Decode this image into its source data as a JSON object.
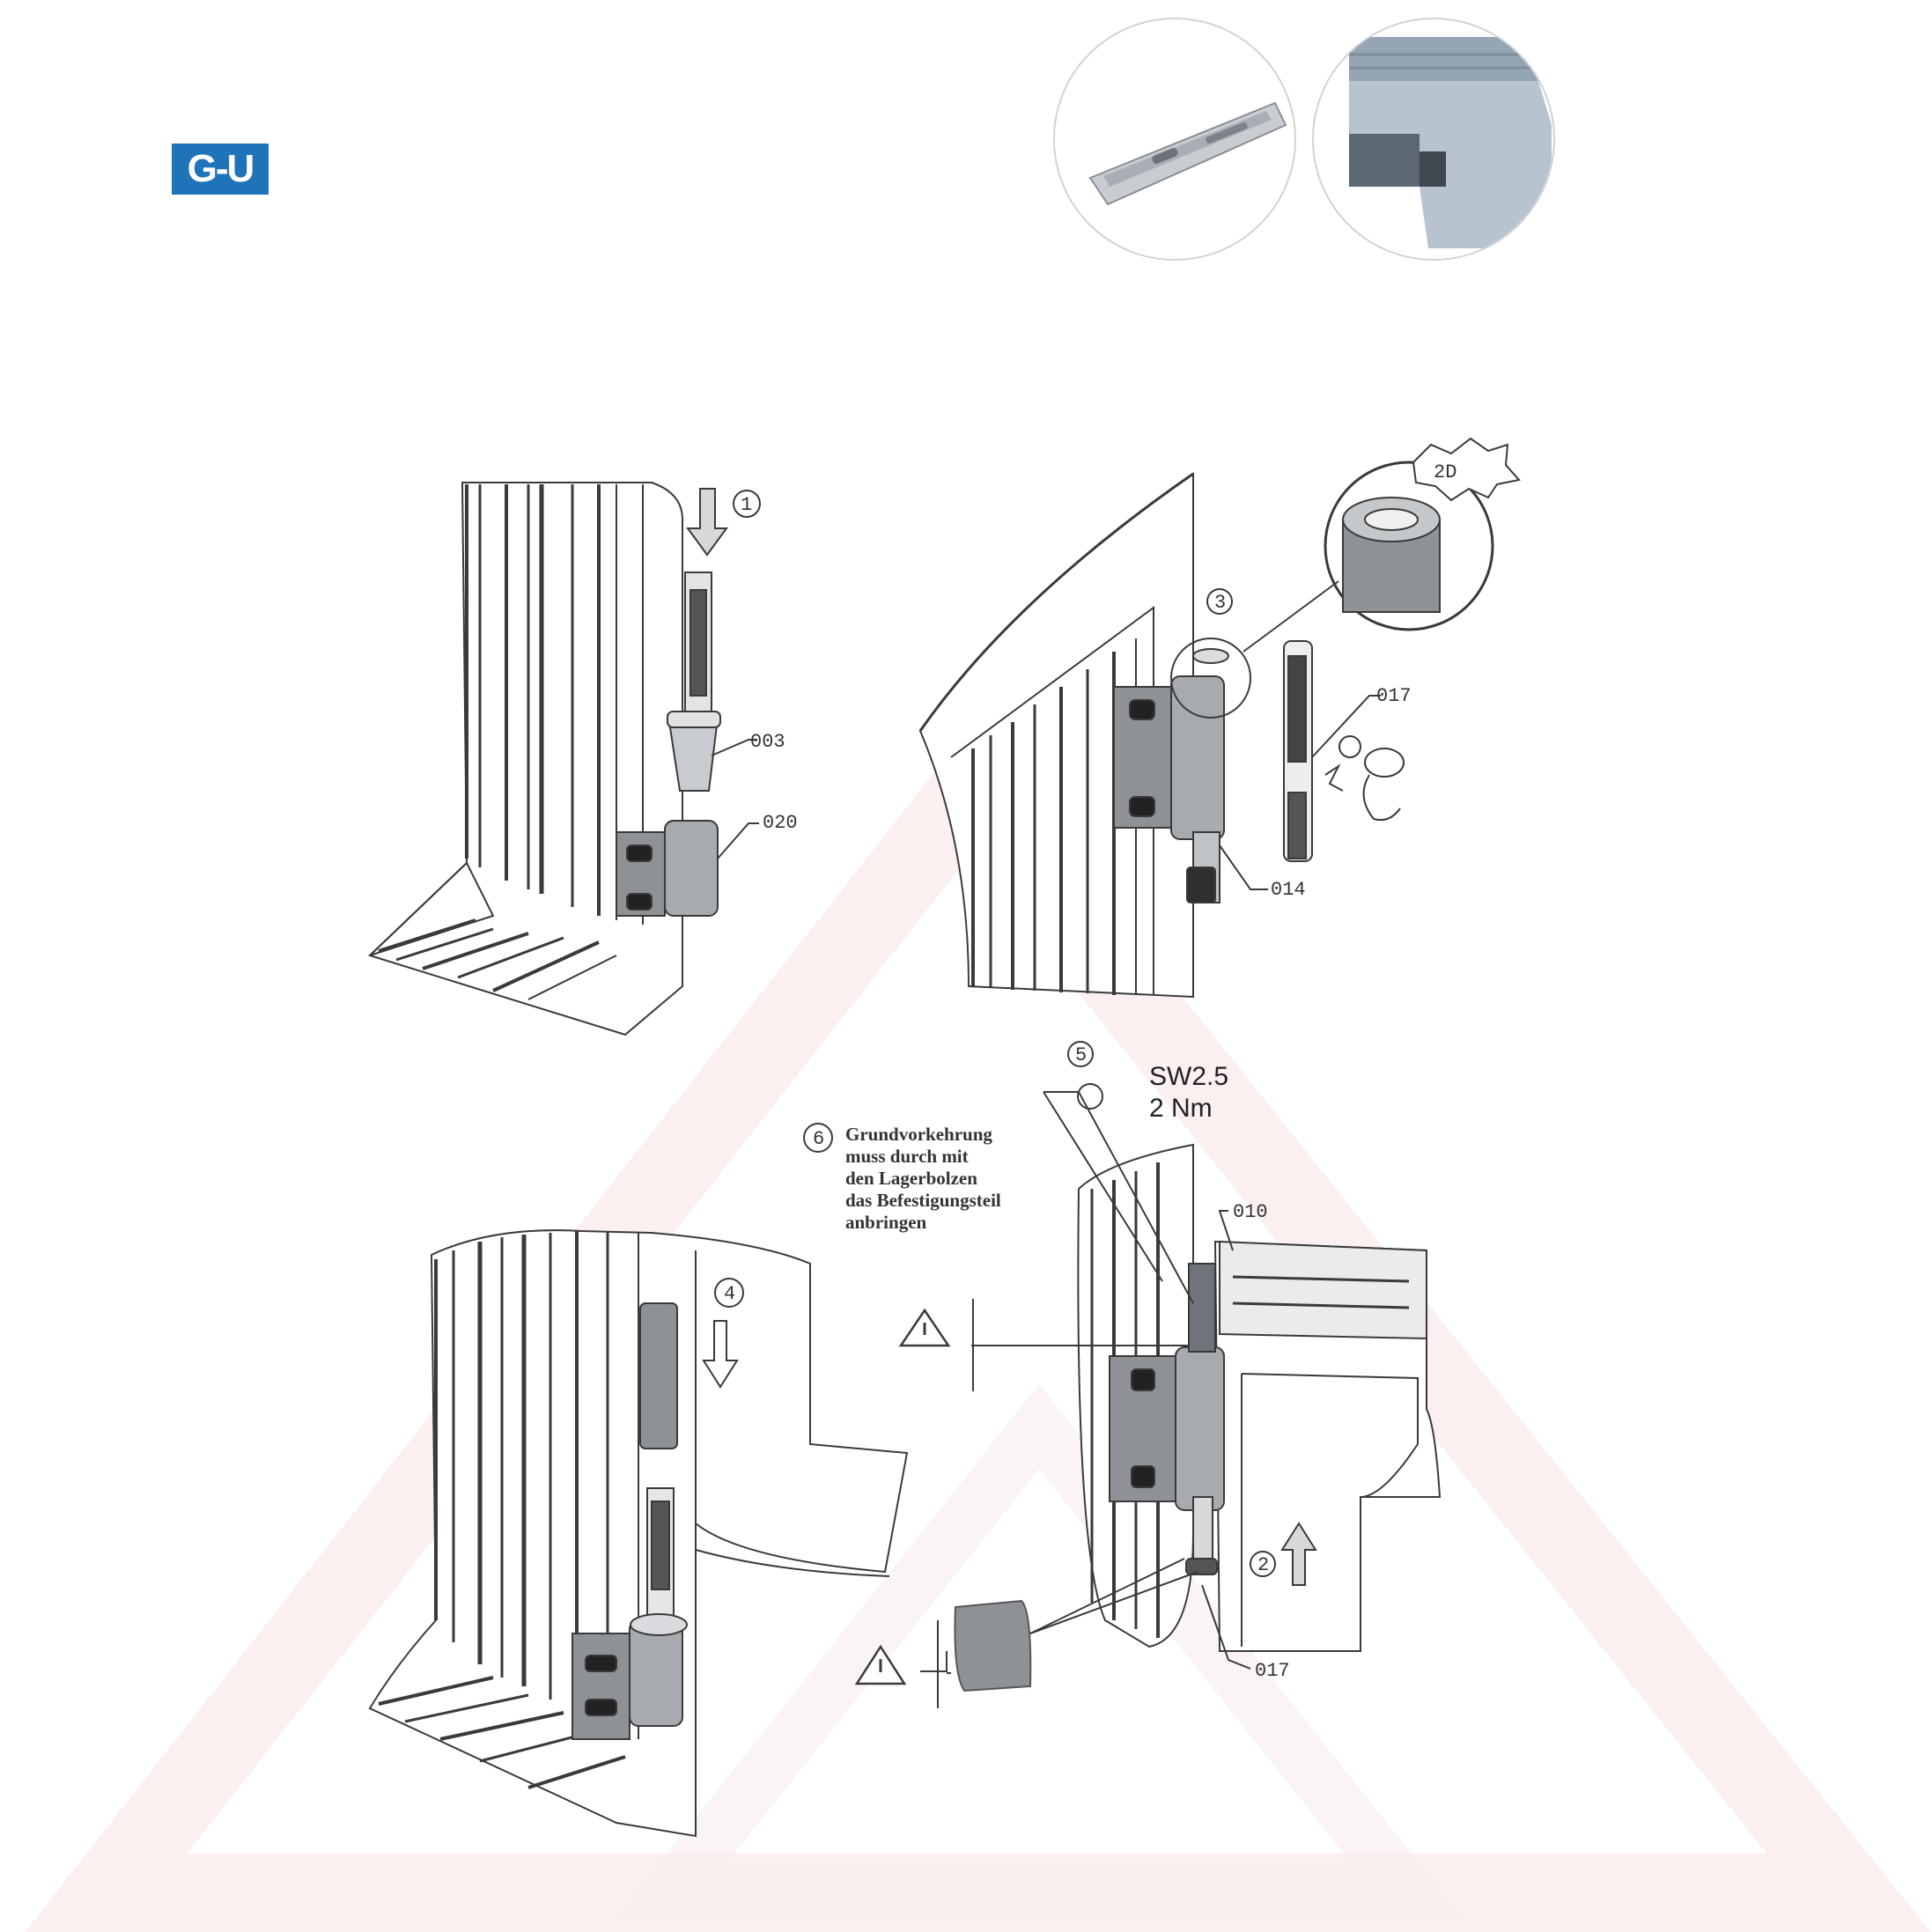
{
  "brand": {
    "logo_text": "G-U",
    "color": "#1f73b8"
  },
  "panels": {
    "panel1": {
      "step": "1",
      "labels": [
        "003",
        "020"
      ]
    },
    "panel2": {
      "step": "3",
      "seal_text": "2D",
      "labels": [
        "017",
        "014"
      ]
    },
    "panel3": {
      "step": "4"
    },
    "panel4": {
      "steps": [
        "5",
        "6",
        "2"
      ],
      "screw_spec": "SW2.5",
      "torque": "2 Nm",
      "labels": [
        "010",
        "017"
      ],
      "note_step": "6",
      "note_lines": [
        "Grundvorkehrung",
        "muss durch mit",
        "den Lagerbolzen",
        "das Befestigungsteil",
        "anbringen"
      ]
    }
  },
  "colors": {
    "line": "#3a3a3a",
    "metal": "#8e9297",
    "watermark": "#f7e3e3"
  }
}
